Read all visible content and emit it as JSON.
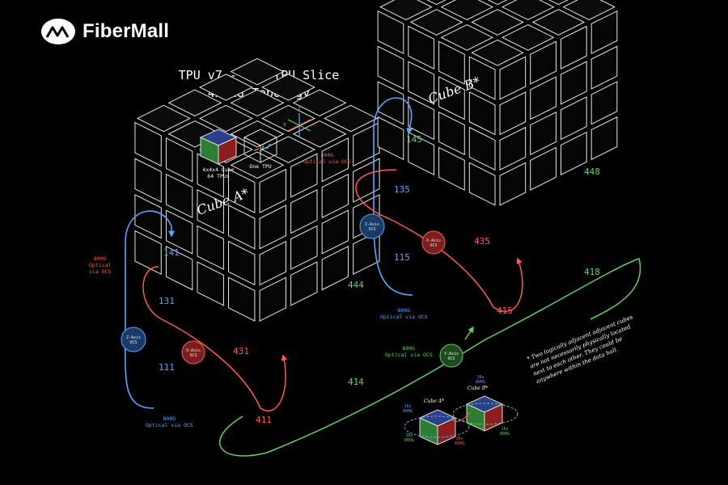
{
  "brand": {
    "name": "FiberMall"
  },
  "title": {
    "line1": "TPU v7 - 128 TPU Slice",
    "line2": "4x4x8 Topology"
  },
  "legend": {
    "cube_caption_1": "4x4x4 Cube",
    "cube_caption_2": "64 TPUs",
    "tpu_caption": "One TPU",
    "axis_x": "x",
    "axis_y": "y",
    "axis_z": "z"
  },
  "cube_a": {
    "name": "Cube A*",
    "labels": [
      "141",
      "131",
      "111",
      "444",
      "431",
      "411",
      "414"
    ]
  },
  "cube_b": {
    "name": "Cube B*",
    "labels": [
      "145",
      "135",
      "115",
      "448",
      "435",
      "415",
      "418"
    ]
  },
  "links": {
    "optical_line1": "800G",
    "optical_line2": "Optical via OCS",
    "optical_line2_short": "Optical",
    "optical_line3_short": "via OCS",
    "x_axis_ocs": "X-Axis OCS",
    "y_axis_ocs": "Y-Axis OCS",
    "z_axis_ocs": "Z-Axis OCS"
  },
  "mini": {
    "cube_a": "Cube A*",
    "cube_b": "Cube B*",
    "link_1x": "16x",
    "link_800g": "800G"
  },
  "note": "* Two logically adjacent adjacent cubes are not necessarily physically located next to each other. They could be anywhere within the data hall.",
  "colors": {
    "x_link": "#ff5a4f",
    "y_link": "#5aa7ff",
    "z_link": "#5fd35f",
    "cube_edge": "#e8e8e8",
    "bg": "#000000"
  }
}
